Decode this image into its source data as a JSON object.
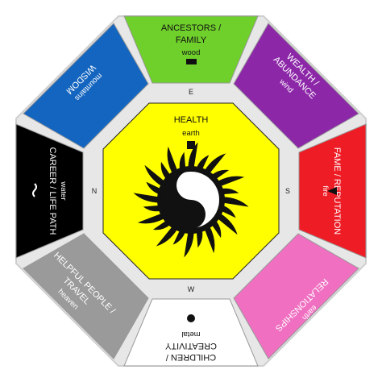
{
  "colors": {
    "ring": "#e7e7e7",
    "ring_edge": "#cfcfcf",
    "center": "#ffff00",
    "wood": "#6fcf2b",
    "wind": "#8c27a8",
    "fire": "#ee1c25",
    "earth_pink": "#f06fc1",
    "metal": "#ffffff",
    "heaven": "#9a9a9a",
    "water": "#000000",
    "mountains": "#1465c0"
  },
  "center": {
    "title": "HEALTH",
    "element": "earth",
    "symbol": "square-icon"
  },
  "sectors": {
    "ancestors": {
      "line1": "ANCESTORS /",
      "line2": "FAMILY",
      "element": "wood",
      "symbol": "rectangle-icon"
    },
    "wealth": {
      "line1": "WEALTH /",
      "line2": "ABUNDANCE",
      "element": "wind"
    },
    "fame": {
      "line1": "FAME / REPUTATION",
      "element": "fire",
      "symbol": "triangle-icon"
    },
    "relationships": {
      "line1": "RELATIONSHIPS",
      "element": "earth"
    },
    "children": {
      "line1": "CHILDREN /",
      "line2": "CREATIVITY",
      "element": "metal",
      "symbol": "circle-icon"
    },
    "helpful": {
      "line1": "HELPFUL PEOPLE /",
      "line2": "TRAVEL",
      "element": "heaven"
    },
    "career": {
      "line1": "CAREER / LIFE PATH",
      "element": "water",
      "symbol": "wave-icon"
    },
    "wisdom": {
      "line1": "WISDOM",
      "element": "mountains"
    }
  },
  "directions": {
    "top": "E",
    "right": "S",
    "bottom": "W",
    "left": "N"
  }
}
